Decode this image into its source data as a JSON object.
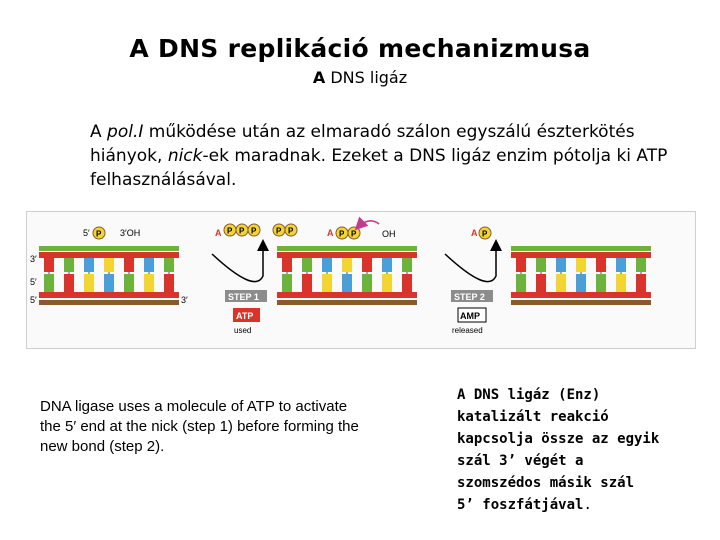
{
  "header": {
    "title": "A DNS replikáció mechanizmusa",
    "subtitle_prefix": "A",
    "subtitle_rest": "DNS ligáz"
  },
  "intro": {
    "part1": "A ",
    "italic1": "pol.I",
    "part2": " működése után az elmaradó szálon egyszálú észterkötés hiányok, ",
    "italic2": "nick",
    "part3": "-ek maradnak. Ezeket a DNS ligáz enzim pótolja ki ATP felhasználásával."
  },
  "figure": {
    "labels": {
      "p5_top": "5′",
      "oh3_top": "3′OH",
      "p3_left": "3′",
      "p5_left": "5′",
      "p5_bot": "5′",
      "p3_bot": "3′",
      "oh_mid": "OH",
      "phosphate": "P",
      "adenine": "A",
      "step1": "STEP 1",
      "step2": "STEP 2",
      "atp": "ATP",
      "used": "used",
      "amp": "AMP",
      "released": "released"
    },
    "colors": {
      "red": "#d9342b",
      "green": "#6bb33a",
      "blue": "#4a9fd8",
      "yellow": "#f2d535",
      "brown": "#8b5a2b",
      "phosphate_fill": "#f2d535",
      "step_bg": "#8c8c8c",
      "atp_bg": "#d9342b",
      "amp_bg": "#ffffff",
      "arrow": "#c43a8c"
    }
  },
  "caption": {
    "text": "DNA ligase uses a molecule of ATP to activate the 5′ end at the nick (step 1) before forming the new bond (step 2)."
  },
  "summary": {
    "line1": "A DNS ligáz (Enz)",
    "line2": "katalizált reakció",
    "line3": "kapcsolja össze az egyik",
    "line4": "szál 3’ végét a",
    "line5": "szomszédos másik szál",
    "line6_bold": "5’ foszfátjával",
    "line6_end": "."
  }
}
